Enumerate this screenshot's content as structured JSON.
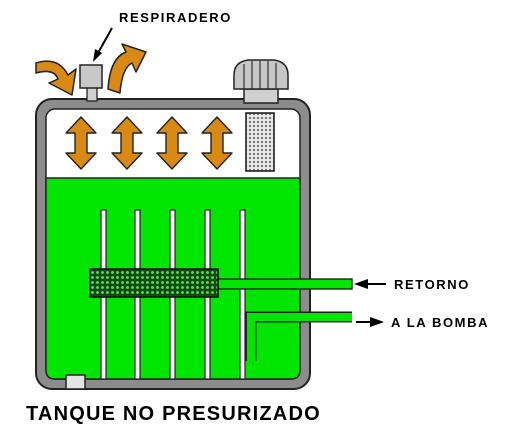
{
  "labels": {
    "vent": "RESPIRADERO",
    "return": "RETORNO",
    "to_pump": "A LA BOMBA"
  },
  "title": "TANQUE NO PRESURIZADO",
  "colors": {
    "fluid": "#00e600",
    "tank_wall": "#8c8c8c",
    "tank_outline": "#222222",
    "arrow_orange": "#d88a14",
    "cap_gray": "#bdbdbd",
    "filter_green": "#2e8b2e"
  },
  "icons": {
    "vent_cap": "breather-cap-icon",
    "filler_cap": "filler-cap-icon",
    "air_arrows": "air-flow-arrow-icon",
    "drain_plug": "drain-plug-icon",
    "label_arrow": "pointer-arrow-icon"
  }
}
